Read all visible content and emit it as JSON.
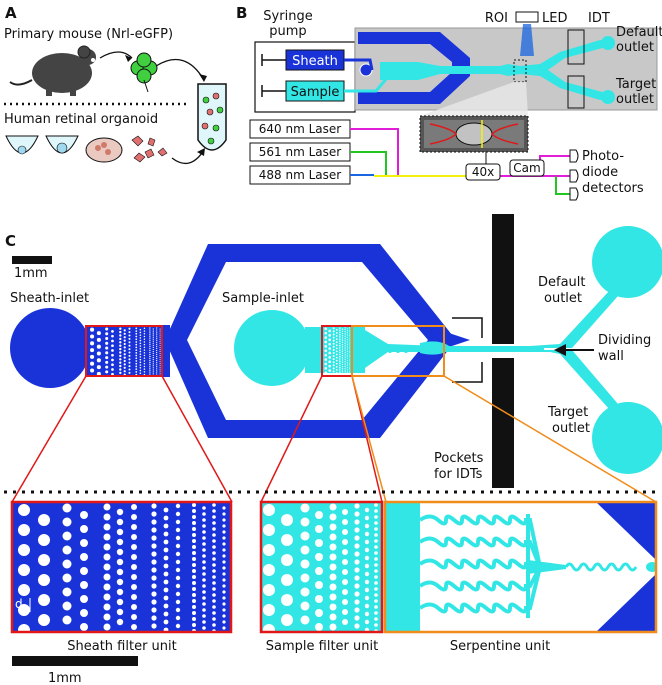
{
  "panels": {
    "a": {
      "letter": "A",
      "mouse_label": "Primary mouse (Nrl-eGFP)",
      "organoid_label": "Human retinal organoid"
    },
    "b": {
      "letter": "B",
      "syringe_pump": [
        "Syringe",
        "pump"
      ],
      "sheath": "Sheath",
      "sample": "Sample",
      "roi": "ROI",
      "led": "LED",
      "idt": "IDT",
      "default_outlet": [
        "Default",
        "outlet"
      ],
      "target_outlet": [
        "Target",
        "outlet"
      ],
      "lasers": [
        "640 nm Laser",
        "561 nm Laser",
        "488 nm Laser"
      ],
      "objective": "40x",
      "camera": "Cam",
      "photodiode": [
        "Photo-",
        "diode",
        "detectors"
      ]
    },
    "c": {
      "letter": "C",
      "scale_top": "1mm",
      "sheath_inlet": "Sheath-inlet",
      "sample_inlet": "Sample-inlet",
      "default_outlet": [
        "Default",
        "outlet"
      ],
      "target_outlet": [
        "Target",
        "outlet"
      ],
      "dividing_wall": [
        "Dividing",
        "wall"
      ],
      "pockets": [
        "Pockets",
        "for IDTs"
      ],
      "d_label": "d",
      "sheath_filter": "Sheath filter unit",
      "sample_filter": "Sample filter unit",
      "serpentine": "Serpentine unit",
      "scale_bottom": "1mm"
    }
  },
  "colors": {
    "blue": "#1a33d9",
    "cyan": "#33e6e6",
    "red": "#e01818",
    "orange": "#f08c1a",
    "magenta": "#e01ed8",
    "green": "#22c622",
    "laser_blue": "#1a66e0",
    "yellow": "#f2f20a",
    "grey": "#bdbdbd"
  }
}
